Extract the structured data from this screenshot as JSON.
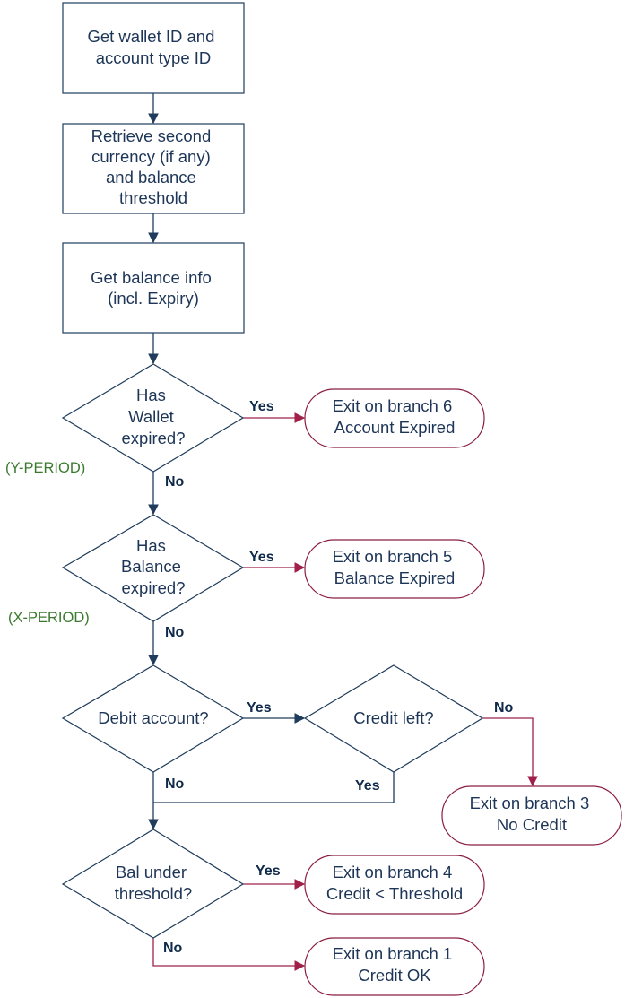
{
  "nodes": {
    "step1": [
      "Get wallet ID and",
      "account type ID"
    ],
    "step2": [
      "Retrieve second",
      "currency (if any)",
      "and balance",
      "threshold"
    ],
    "step3": [
      "Get balance info",
      "(incl. Expiry)"
    ],
    "wallet_expired": [
      "Has",
      "Wallet",
      "expired?"
    ],
    "balance_expired": [
      "Has",
      "Balance",
      "expired?"
    ],
    "debit_account": [
      "Debit account?"
    ],
    "credit_left": [
      "Credit left?"
    ],
    "bal_under_threshold": [
      "Bal under",
      "threshold?"
    ],
    "exit6": [
      "Exit on branch 6",
      "Account Expired"
    ],
    "exit5": [
      "Exit on branch 5",
      "Balance Expired"
    ],
    "exit3": [
      "Exit on branch 3",
      "No Credit"
    ],
    "exit4": [
      "Exit on branch 4",
      "Credit < Threshold"
    ],
    "exit1": [
      "Exit on branch 1",
      "Credit OK"
    ]
  },
  "edge_labels": {
    "wallet_yes": "Yes",
    "wallet_no": "No",
    "balance_yes": "Yes",
    "balance_no": "No",
    "debit_yes": "Yes",
    "debit_no": "No",
    "credit_no": "No",
    "credit_yes": "Yes",
    "threshold_yes": "Yes",
    "threshold_no": "No"
  },
  "notes": {
    "y_period": "(Y-PERIOD)",
    "x_period": "(X-PERIOD)"
  },
  "colors": {
    "flow_line": "#1f3c5c",
    "exit_line": "#a0204a",
    "note_text": "#3b7a2e"
  }
}
